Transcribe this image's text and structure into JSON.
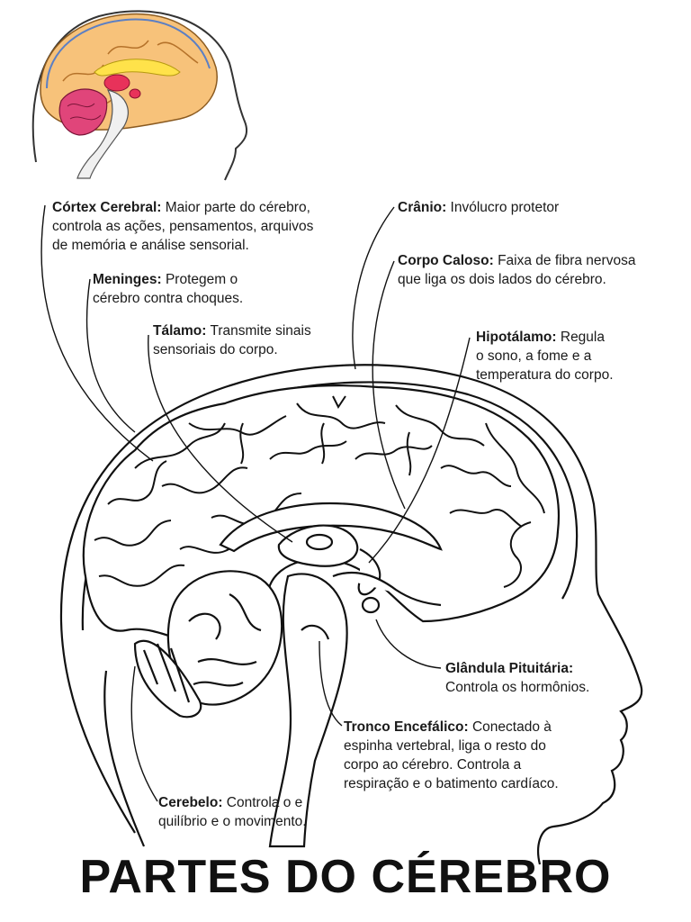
{
  "title": "PARTES DO CÉREBRO",
  "labels": {
    "cortex": {
      "name": "Córtex Cerebral:",
      "line1": " Maior parte do cérebro,",
      "line2": "controla as ações, pensamentos, arquivos",
      "line3": "de memória e análise sensorial."
    },
    "meninges": {
      "name": "Meninges:",
      "line1": " Protegem o",
      "line2": "cérebro contra choques."
    },
    "talamo": {
      "name": "Tálamo:",
      "line1": " Transmite sinais",
      "line2": "sensoriais do corpo."
    },
    "cranio": {
      "name": "Crânio:",
      "line1": " Invólucro protetor"
    },
    "caloso": {
      "name": "Corpo Caloso:",
      "line1": " Faixa de fibra nervosa",
      "line2": "que liga os dois lados do cérebro."
    },
    "hipotalamo": {
      "name": "Hipotálamo:",
      "line1": " Regula",
      "line2": "o sono, a fome e a",
      "line3": "temperatura do corpo."
    },
    "pituitaria": {
      "name": "Glândula Pituitária:",
      "line1": "Controla os hormônios."
    },
    "tronco": {
      "name": "Tronco Encefálico:",
      "line1": " Conectado à",
      "line2": "espinha vertebral, liga o resto do",
      "line3": "corpo ao cérebro. Controla a",
      "line4": "respiração e o batimento cardíaco."
    },
    "cerebelo": {
      "name": "Cerebelo:",
      "line1": " Controla o e",
      "line2": "quilíbrio e o movimento."
    }
  }
}
